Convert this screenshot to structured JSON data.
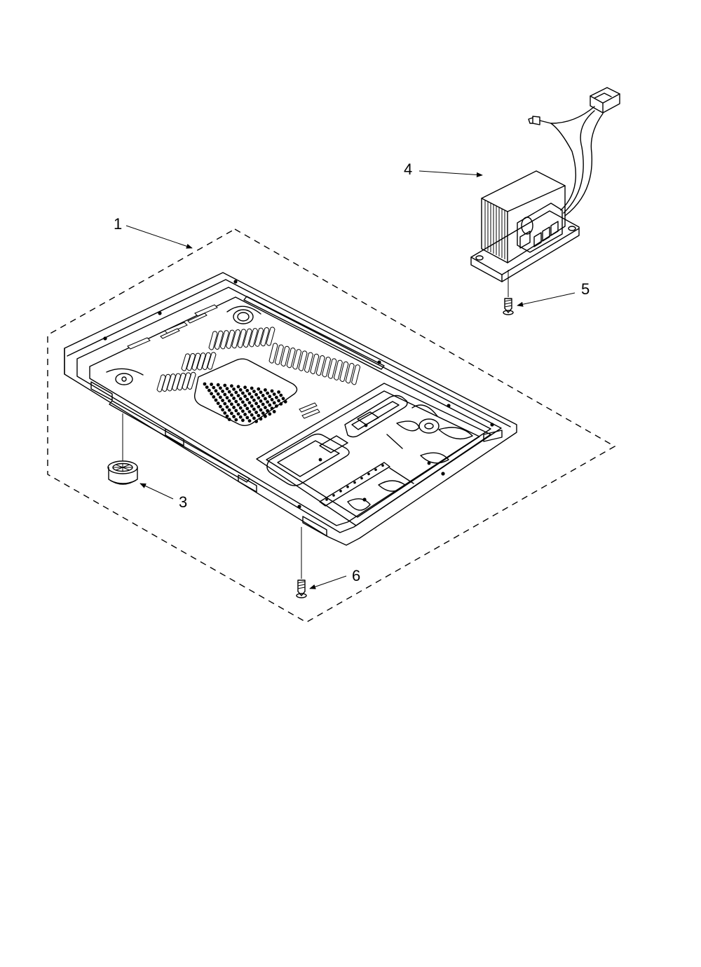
{
  "callouts": {
    "c1": "1",
    "c3": "3",
    "c4": "4",
    "c5": "5",
    "c6": "6"
  },
  "colors": {
    "ink": "#000000",
    "paper": "#ffffff"
  }
}
